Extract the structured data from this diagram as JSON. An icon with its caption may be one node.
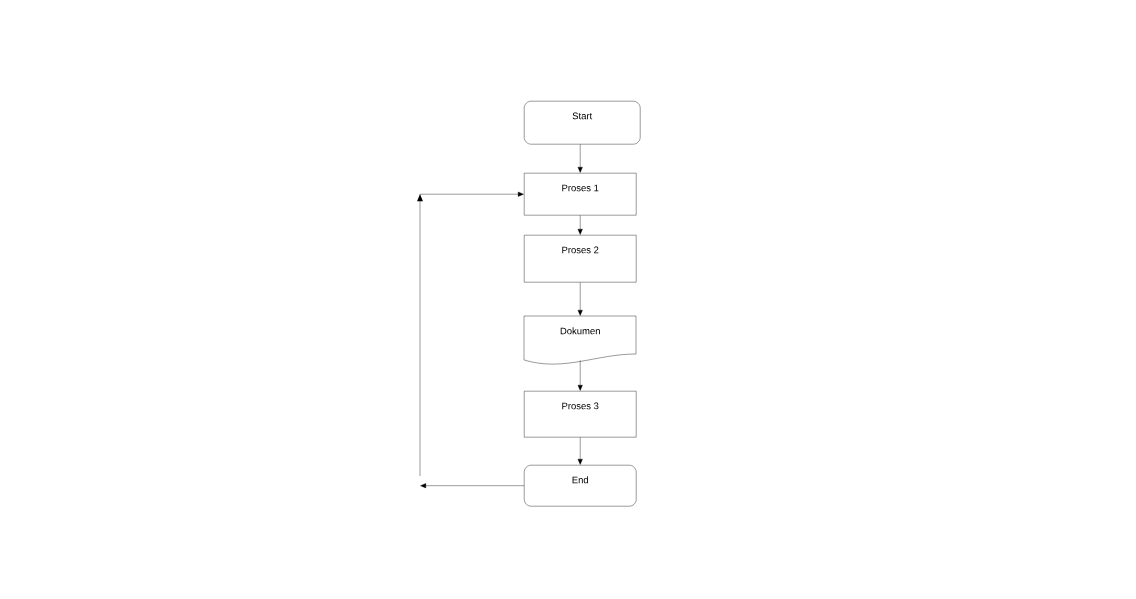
{
  "diagram": {
    "nodes": [
      {
        "text": [
          "Start"
        ]
      },
      {
        "text": [
          "Proses 1"
        ]
      },
      {
        "text": [
          "Proses 2"
        ]
      },
      {
        "text": [
          "Dokumen"
        ]
      },
      {
        "text": [
          "Proses 3"
        ]
      },
      {
        "text": [
          "End"
        ]
      }
    ],
    "edges": [
      {
        "from": 0,
        "to": 1,
        "arrow": "to"
      },
      {
        "from": 1,
        "to": 2,
        "arrow": "to"
      },
      {
        "from": 2,
        "to": 3,
        "arrow": "to"
      },
      {
        "from": 3,
        "to": 4,
        "arrow": "to"
      },
      {
        "from": 4,
        "to": 5,
        "arrow": "to"
      },
      {
        "from": 5,
        "to": null,
        "arrow": "to"
      },
      {
        "from": null,
        "to": 1,
        "arrow": "to"
      }
    ]
  }
}
